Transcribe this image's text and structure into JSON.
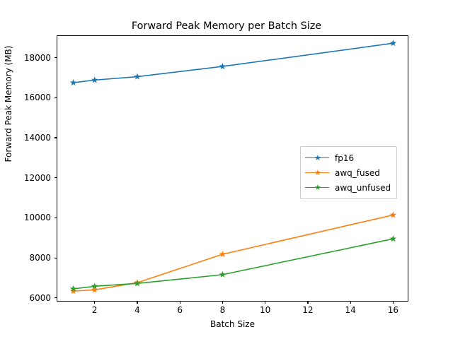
{
  "chart_data": {
    "type": "line",
    "title": "Forward Peak Memory per Batch Size",
    "xlabel": "Batch Size",
    "ylabel": "Forward Peak Memory (MB)",
    "x": [
      1,
      2,
      4,
      8,
      16
    ],
    "xlim": [
      0.25,
      16.75
    ],
    "ylim": [
      5780,
      19080
    ],
    "xticks": [
      2,
      4,
      6,
      8,
      10,
      12,
      14,
      16
    ],
    "yticks": [
      6000,
      8000,
      10000,
      12000,
      14000,
      16000,
      18000
    ],
    "grid": false,
    "legend_position": "center-right",
    "marker": "star",
    "series": [
      {
        "name": "fp16",
        "color": "#1f77b4",
        "values": [
          16750,
          16880,
          17050,
          17560,
          18720
        ]
      },
      {
        "name": "awq_fused",
        "color": "#ff7f0e",
        "values": [
          6340,
          6400,
          6760,
          8180,
          10140
        ]
      },
      {
        "name": "awq_unfused",
        "color": "#2ca02c",
        "values": [
          6450,
          6580,
          6720,
          7160,
          8950
        ]
      }
    ]
  },
  "legend": {
    "entries": [
      {
        "label": "fp16"
      },
      {
        "label": "awq_fused"
      },
      {
        "label": "awq_unfused"
      }
    ]
  }
}
